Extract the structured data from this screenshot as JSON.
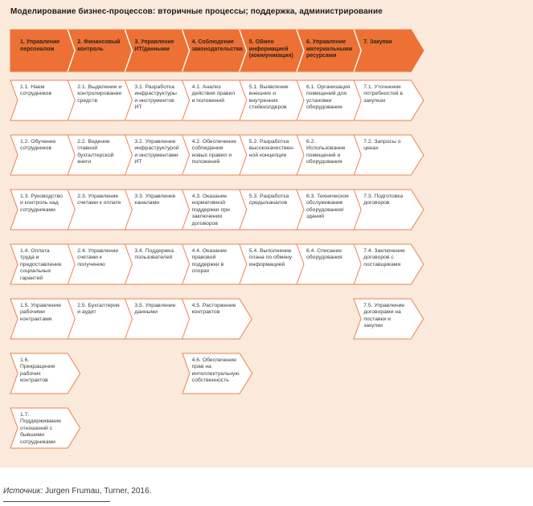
{
  "title": "Моделирование бизнес-процессов: вторичные процессы; поддержка, администрирование",
  "colors": {
    "accent": "#ed7134",
    "band_border": "#ec8150",
    "background": "#fbe9dc",
    "cell_text": "#3c3c3c",
    "header_text": "#2b241c",
    "title_text": "#1c1c1c"
  },
  "header": {
    "segments": [
      "1. Управление персоналом",
      "2. Финансовый контроль",
      "3. Управление ИТ/данными",
      "4. Соблюдение законодательства",
      "5. Обмен информацией (коммуникация)",
      "6. Управление материальными ресурсами",
      "7. Закупки"
    ]
  },
  "rows": [
    {
      "segments": [
        {
          "col": 0,
          "cells": [
            "1.1. Наем сотрудников",
            "2.1. Выделение и контролирование средств",
            "3.1. Разработка инфраструктуры и инструментов ИТ",
            "4.1. Анализ действия правил и положений",
            "5.1. Выявление внешних и внутренних стейкхолдеров",
            "6.1. Организация помещений для установки оборудования",
            "7.1. Уточнение потребностей в закупках"
          ]
        }
      ]
    },
    {
      "segments": [
        {
          "col": 0,
          "cells": [
            "1.2. Обучение сотрудников",
            "2.2. Ведение главной бухгалтерской книги",
            "3.2. Управление инфраструктурой и инструментами ИТ",
            "4.2. Обеспечение соблюдения новых правил и положений",
            "5.2. Разработка высококачествен-ной концепции",
            "6.2. Использование помещений и оборудования",
            "7.2. Запросы о ценах"
          ]
        }
      ]
    },
    {
      "segments": [
        {
          "col": 0,
          "cells": [
            "1.3. Руководство и контроль над сотрудниками",
            "2.3. Управление счетами к оплате",
            "3.3. Управление каналами",
            "4.3. Оказание нормативной поддержки при заключении договоров",
            "5.3. Разработка среды/каналов",
            "6.3. Техническое обслуживание оборудования/ зданий",
            "7.3. Подготовка договоров"
          ]
        }
      ]
    },
    {
      "segments": [
        {
          "col": 0,
          "cells": [
            "1.4. Оплата труда и предоставление социальных гарантий",
            "2.4. Управление счетами к получению",
            "3.4. Поддержка пользователей",
            "4.4. Оказание правовой поддержки в спорах",
            "5.4. Выполнение плана по обмену информацией",
            "6.4. Списание оборудования",
            "7.4. Заключение договоров с поставщиками"
          ]
        }
      ]
    },
    {
      "segments": [
        {
          "col": 0,
          "cells": [
            "1.5. Управление рабочими контрактами",
            "2.5. Бухгалтерия и аудит",
            "3.5. Управление данными",
            "4.5. Расторжение контрактов"
          ]
        },
        {
          "col": 6,
          "cells": [
            "7.5. Управление договорами на поставки и закупки"
          ]
        }
      ]
    },
    {
      "segments": [
        {
          "col": 0,
          "cells": [
            "1.6. Прекращение рабочих контрактов"
          ]
        },
        {
          "col": 3,
          "cells": [
            "4.6. Обеспечение прав на интеллектуальную собственность"
          ]
        }
      ]
    },
    {
      "segments": [
        {
          "col": 0,
          "cells": [
            "1.7. Поддерживание отношений с бывшими сотрудниками"
          ]
        }
      ]
    }
  ],
  "source": {
    "label": "Источник:",
    "text": " Jurgen Frumau, Turner, 2016."
  }
}
